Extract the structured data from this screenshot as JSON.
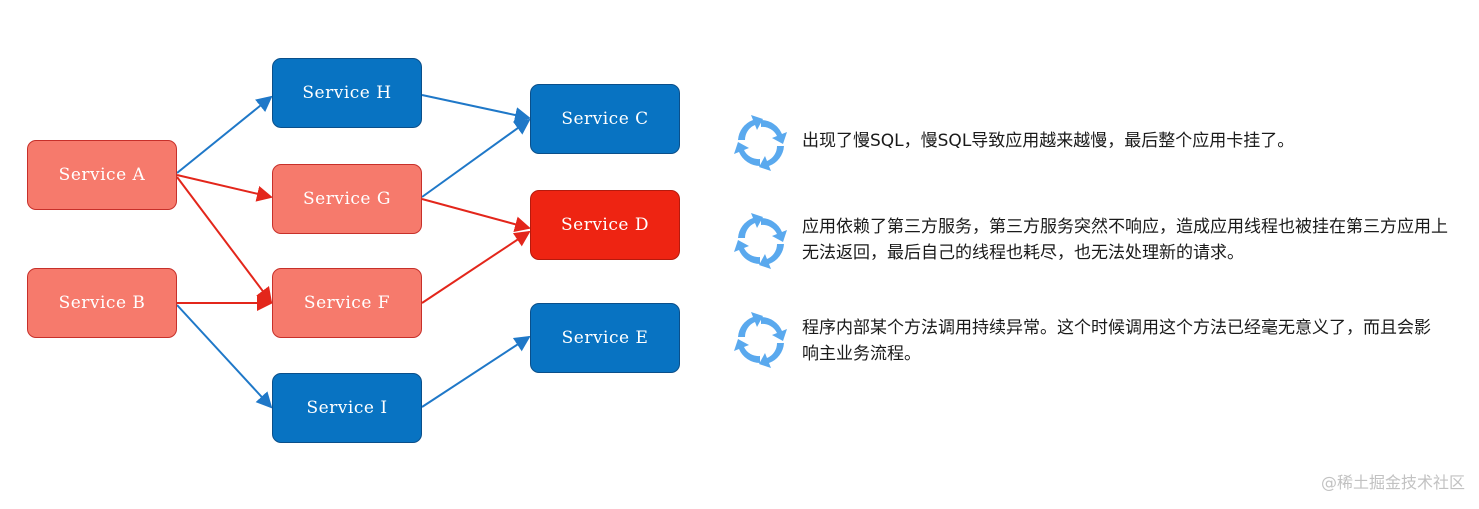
{
  "nodes": {
    "a": "Service A",
    "b": "Service B",
    "h": "Service H",
    "g": "Service G",
    "f": "Service F",
    "i": "Service I",
    "c": "Service C",
    "d": "Service D",
    "e": "Service E"
  },
  "notes": [
    {
      "icon": "refresh-cycle-icon",
      "text": "出现了慢SQL，慢SQL导致应用越来越慢，最后整个应用卡挂了。"
    },
    {
      "icon": "refresh-cycle-icon",
      "text": "应用依赖了第三方服务，第三方服务突然不响应，造成应用线程也被挂在第三方应用上无法返回，最后自己的线程也耗尽，也无法处理新的请求。"
    },
    {
      "icon": "refresh-cycle-icon",
      "text": "程序内部某个方法调用持续异常。这个时候调用这个方法已经毫无意义了，而且会影响主业务流程。"
    }
  ],
  "watermark": "@稀土掘金技术社区",
  "colors": {
    "blue_node": "#0873c2",
    "salmon_node": "#f67a6c",
    "failed_node": "#ee2412",
    "blue_edge": "#1f78c8",
    "red_edge": "#e3261b",
    "icon": "#5aa9ee"
  }
}
